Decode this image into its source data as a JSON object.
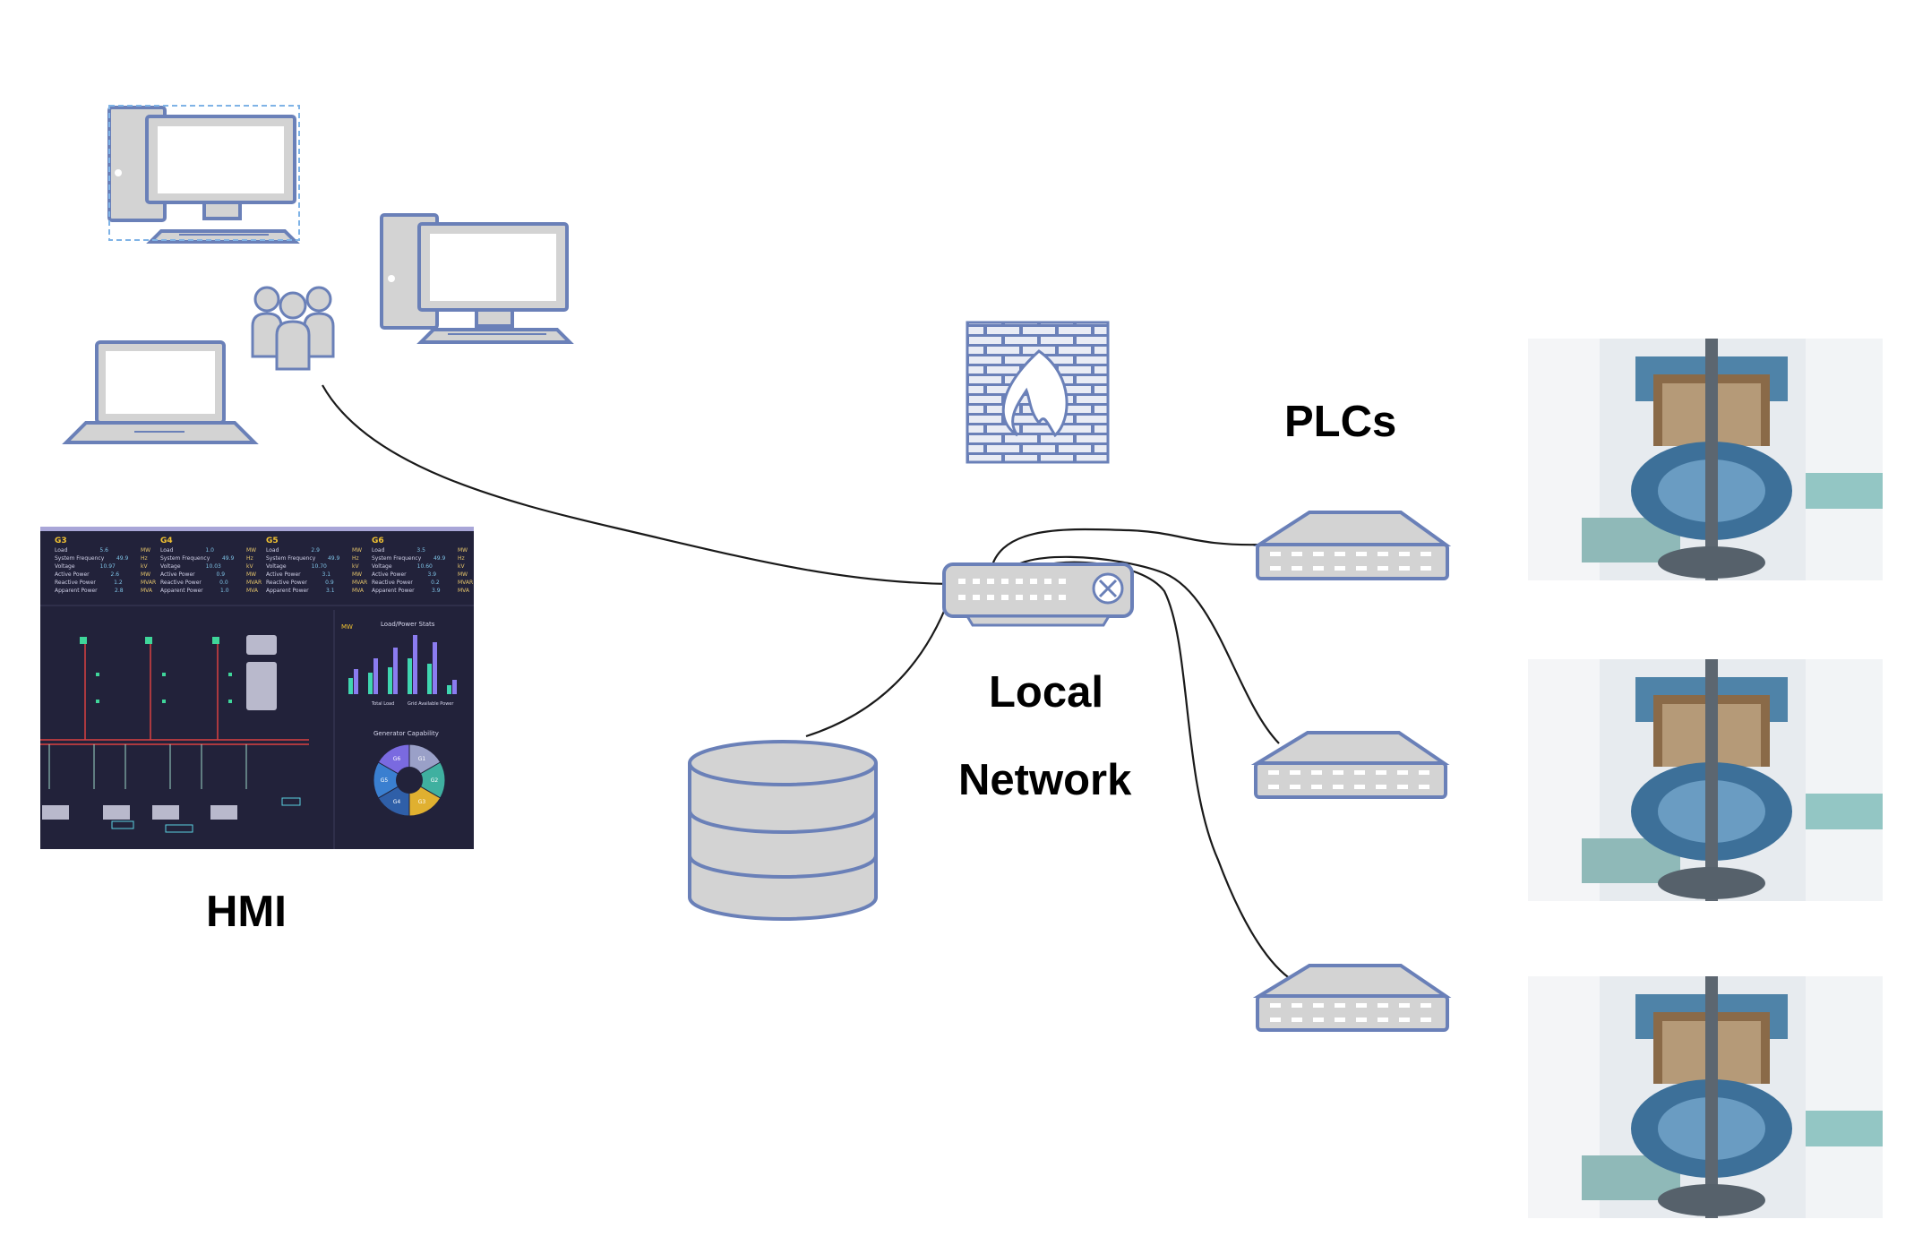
{
  "labels": {
    "plcs": "PLCs",
    "local": "Local",
    "network": "Network",
    "hmi": "HMI"
  },
  "hmi_panel": {
    "generators": [
      {
        "name": "G3",
        "rows": [
          [
            "Load",
            "5.6",
            "MW"
          ],
          [
            "System Frequency",
            "49.9",
            "Hz"
          ],
          [
            "Voltage",
            "10.97",
            "kV"
          ],
          [
            "Active Power",
            "2.6",
            "MW"
          ],
          [
            "Reactive Power",
            "1.2",
            "MVAR"
          ],
          [
            "Apparent Power",
            "2.8",
            "MVA"
          ]
        ]
      },
      {
        "name": "G4",
        "rows": [
          [
            "Load",
            "1.0",
            "MW"
          ],
          [
            "System Frequency",
            "49.9",
            "Hz"
          ],
          [
            "Voltage",
            "10.03",
            "kV"
          ],
          [
            "Active Power",
            "0.9",
            "MW"
          ],
          [
            "Reactive Power",
            "0.0",
            "MVAR"
          ],
          [
            "Apparent Power",
            "1.0",
            "MVA"
          ]
        ]
      },
      {
        "name": "G5",
        "rows": [
          [
            "Load",
            "2.9",
            "MW"
          ],
          [
            "System Frequency",
            "49.9",
            "Hz"
          ],
          [
            "Voltage",
            "10.70",
            "kV"
          ],
          [
            "Active Power",
            "3.1",
            "MW"
          ],
          [
            "Reactive Power",
            "0.9",
            "MVAR"
          ],
          [
            "Apparent Power",
            "3.1",
            "MVA"
          ]
        ]
      },
      {
        "name": "G6",
        "rows": [
          [
            "Load",
            "3.5",
            "MW"
          ],
          [
            "System Frequency",
            "49.9",
            "Hz"
          ],
          [
            "Voltage",
            "10.60",
            "kV"
          ],
          [
            "Active Power",
            "3.9",
            "MW"
          ],
          [
            "Reactive Power",
            "0.2",
            "MVAR"
          ],
          [
            "Apparent Power",
            "3.9",
            "MVA"
          ]
        ]
      }
    ],
    "stats_title": "Load/Power Stats",
    "stats_unit": "MW",
    "stats_legend": [
      "Total Load",
      "Grid Available Power"
    ],
    "capability_title": "Generator Capability",
    "capability_segments": [
      "G1",
      "G2",
      "G3",
      "G4",
      "G5",
      "G6"
    ]
  },
  "colors": {
    "icon_stroke": "#6a80b8",
    "icon_fill": "#d3d3d3",
    "hmi_bg": "#22223a",
    "bus_red": "#d94141"
  },
  "icons": [
    "desktop-computer-icon",
    "laptop-icon",
    "users-icon",
    "firewall-icon",
    "network-switch-icon",
    "database-icon",
    "plc-device-icon",
    "hydro-turbine-image"
  ]
}
